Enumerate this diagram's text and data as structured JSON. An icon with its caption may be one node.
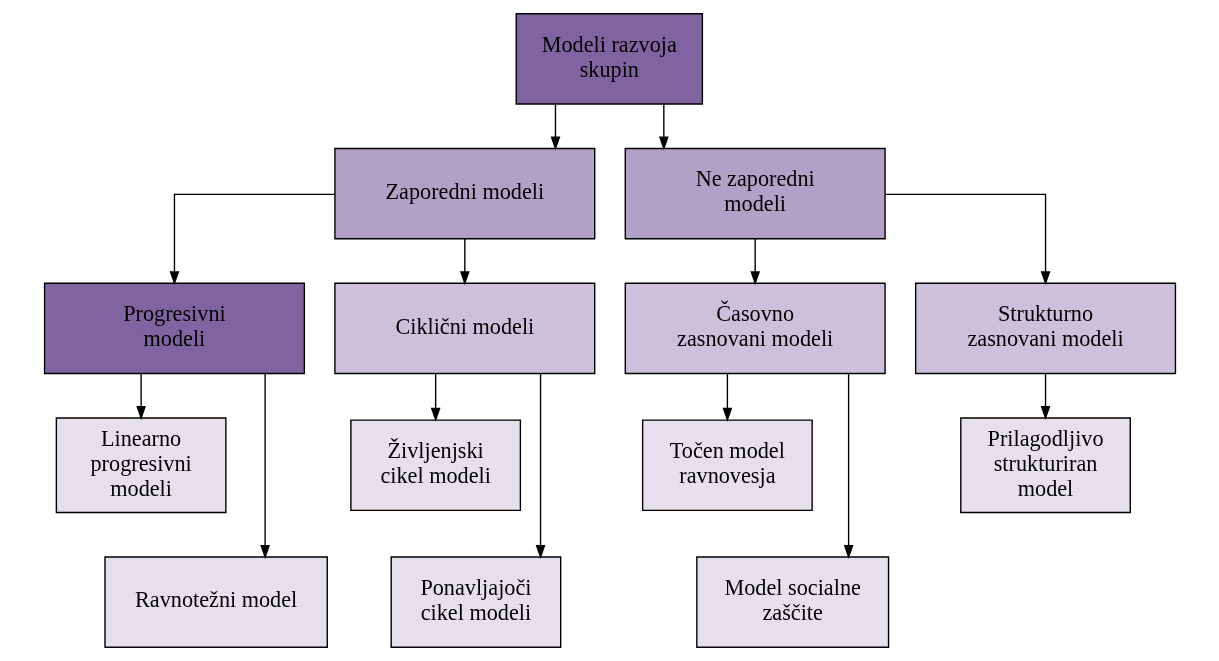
{
  "diagram": {
    "nodes": [
      {
        "text": [
          "Modeli razvoja skupin"
        ]
      },
      {
        "text": [
          "Zaporedni modeli"
        ]
      },
      {
        "text": [
          "Ne zaporedni modeli"
        ]
      },
      {
        "text": [
          "Progresivni modeli"
        ]
      },
      {
        "text": [
          "Ciklični modeli"
        ]
      },
      {
        "text": [
          "Časovno zasnovani modeli"
        ]
      },
      {
        "text": [
          "Strukturno zasnovani modeli"
        ]
      },
      {
        "text": [
          "Linearno progresivni modeli"
        ]
      },
      {
        "text": [
          "Ravnotežni model"
        ]
      },
      {
        "text": [
          "Življenjski cikel modeli"
        ]
      },
      {
        "text": [
          "Ponavljajoči cikel modeli"
        ]
      },
      {
        "text": [
          "Točen model ravnovesja"
        ]
      },
      {
        "text": [
          "Model socialne zaščite"
        ]
      },
      {
        "text": [
          "Prilagodljivo strukturiran model"
        ]
      }
    ],
    "edges": [
      {
        "from": 0,
        "to": 1,
        "arrow": "to"
      },
      {
        "from": 0,
        "to": 2,
        "arrow": "to"
      },
      {
        "from": 1,
        "to": 3,
        "arrow": "to"
      },
      {
        "from": 1,
        "to": 4,
        "arrow": "to"
      },
      {
        "from": 2,
        "to": 5,
        "arrow": "to"
      },
      {
        "from": 2,
        "to": 6,
        "arrow": "to"
      },
      {
        "from": 3,
        "to": 7,
        "arrow": "to"
      },
      {
        "from": 3,
        "to": 8,
        "arrow": "to"
      },
      {
        "from": 4,
        "to": 9,
        "arrow": "to"
      },
      {
        "from": 4,
        "to": 10,
        "arrow": "to"
      },
      {
        "from": 5,
        "to": 11,
        "arrow": "to"
      },
      {
        "from": 5,
        "to": 12,
        "arrow": "to"
      },
      {
        "from": 6,
        "to": 13,
        "arrow": "to"
      }
    ]
  }
}
